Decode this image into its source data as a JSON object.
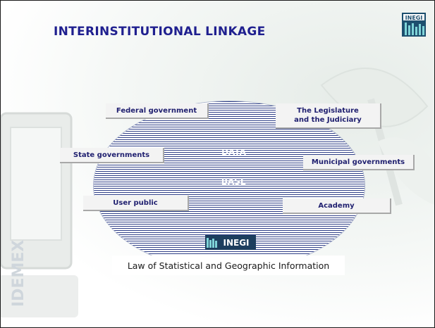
{
  "slide": {
    "title": "INTERINSTITUTIONAL LINKAGE",
    "watermark": "IDEMEX",
    "logo_text": "INEGI",
    "database_line1": "DATA",
    "database_line2": "BASE",
    "entities": {
      "federal": "Federal government",
      "legislature": "The Legislature and the Judiciary",
      "state": "State governments",
      "municipal": "Municipal governments",
      "user": "User public",
      "academy": "Academy"
    },
    "law": "Law of Statistical and Geographic Information"
  },
  "colors": {
    "title": "#1f1f8f",
    "stripes": "#2f3f87",
    "label_bg": "#f3f3f3",
    "label_text": "#1f1f6f"
  }
}
